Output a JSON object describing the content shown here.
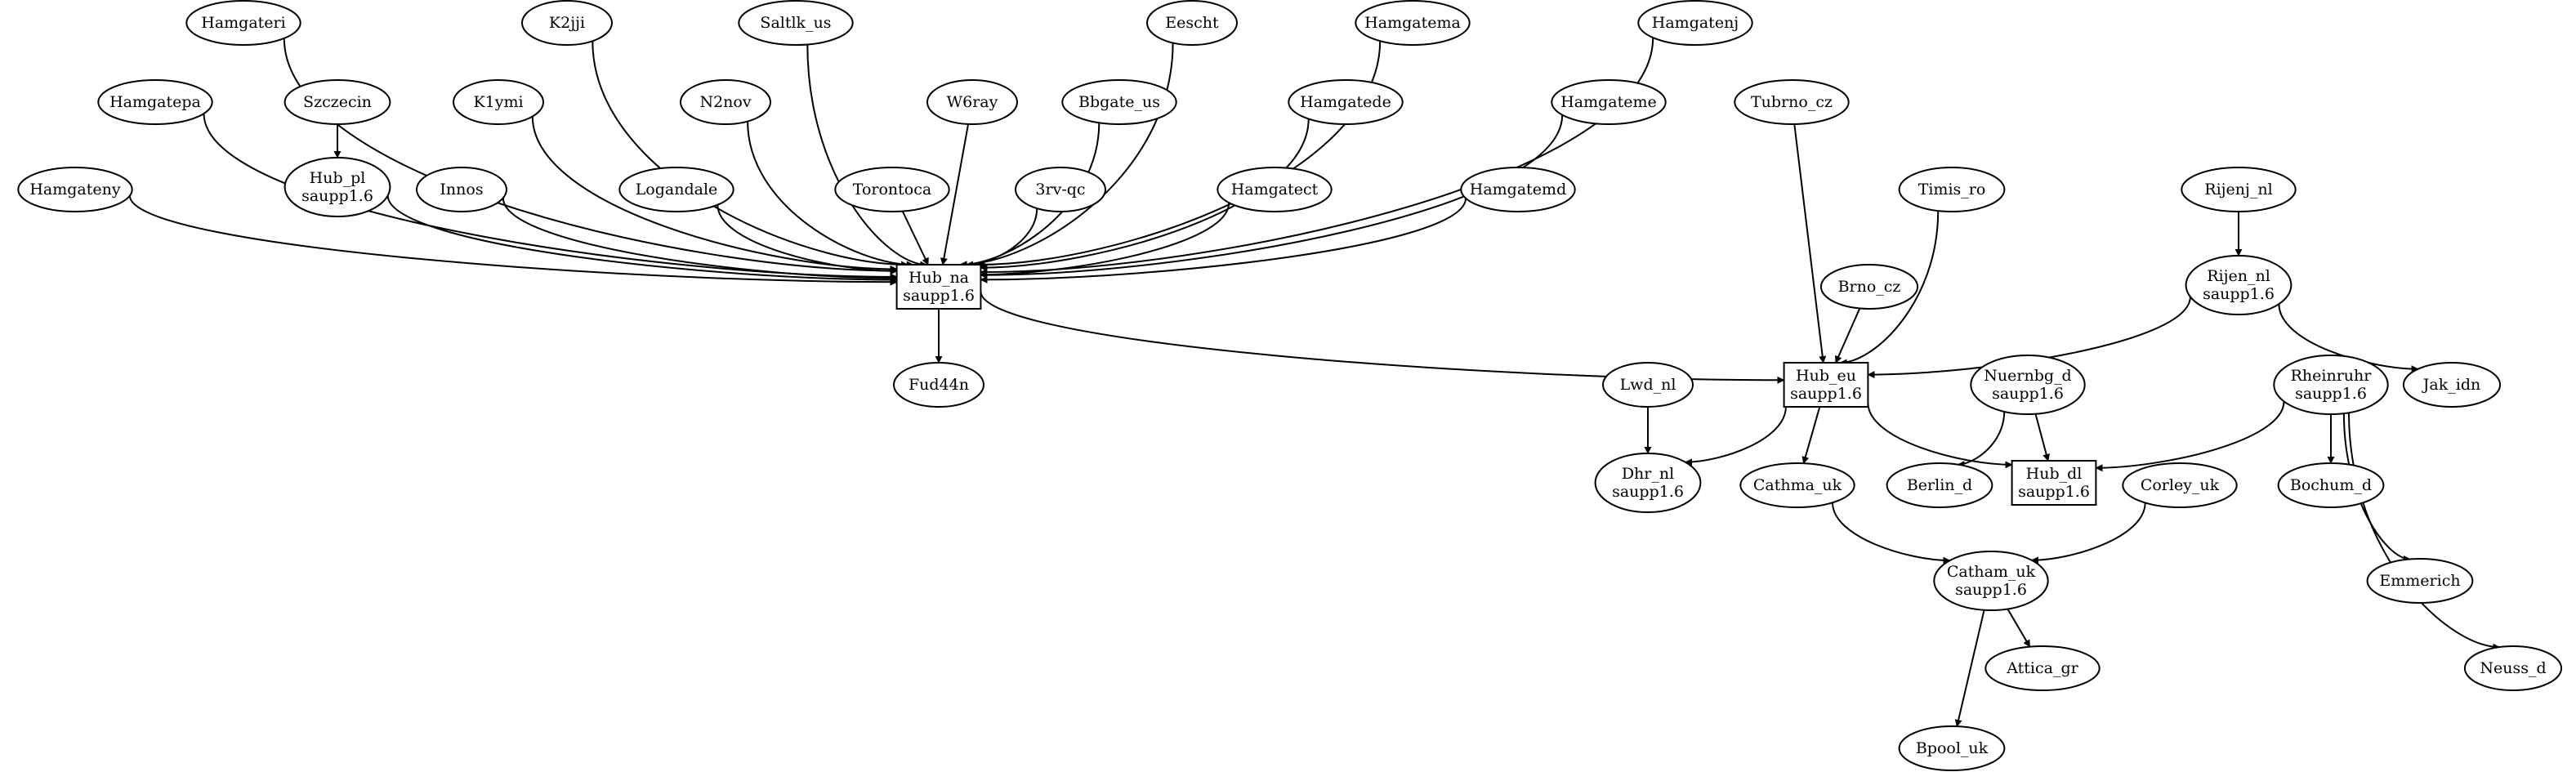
{
  "nodes": [
    {
      "id": "hamgateri",
      "lines": [
        "Hamgateri"
      ]
    },
    {
      "id": "k2jji",
      "lines": [
        "K2jji"
      ]
    },
    {
      "id": "saltlk_us",
      "lines": [
        "Saltlk_us"
      ]
    },
    {
      "id": "eescht",
      "lines": [
        "Eescht"
      ]
    },
    {
      "id": "hamgatema",
      "lines": [
        "Hamgatema"
      ]
    },
    {
      "id": "hamgatenj",
      "lines": [
        "Hamgatenj"
      ]
    },
    {
      "id": "hamgatepa",
      "lines": [
        "Hamgatepa"
      ]
    },
    {
      "id": "szczecin",
      "lines": [
        "Szczecin"
      ]
    },
    {
      "id": "k1ymi",
      "lines": [
        "K1ymi"
      ]
    },
    {
      "id": "n2nov",
      "lines": [
        "N2nov"
      ]
    },
    {
      "id": "w6ray",
      "lines": [
        "W6ray"
      ]
    },
    {
      "id": "bbgate_us",
      "lines": [
        "Bbgate_us"
      ]
    },
    {
      "id": "hamgatede",
      "lines": [
        "Hamgatede"
      ]
    },
    {
      "id": "hamgateme",
      "lines": [
        "Hamgateme"
      ]
    },
    {
      "id": "tubrno_cz",
      "lines": [
        "Tubrno_cz"
      ]
    },
    {
      "id": "hamgateny",
      "lines": [
        "Hamgateny"
      ]
    },
    {
      "id": "hub_pl",
      "lines": [
        "Hub_pl",
        "saupp1.6"
      ]
    },
    {
      "id": "innos",
      "lines": [
        "Innos"
      ]
    },
    {
      "id": "logandale",
      "lines": [
        "Logandale"
      ]
    },
    {
      "id": "torontoca",
      "lines": [
        "Torontoca"
      ]
    },
    {
      "id": "3rv_qc",
      "lines": [
        "3rv-qc"
      ]
    },
    {
      "id": "hamgatect",
      "lines": [
        "Hamgatect"
      ]
    },
    {
      "id": "hamgatemd",
      "lines": [
        "Hamgatemd"
      ]
    },
    {
      "id": "timis_ro",
      "lines": [
        "Timis_ro"
      ]
    },
    {
      "id": "rijenj_nl",
      "lines": [
        "Rijenj_nl"
      ]
    },
    {
      "id": "hub_na",
      "lines": [
        "Hub_na",
        "saupp1.6"
      ]
    },
    {
      "id": "brno_cz",
      "lines": [
        "Brno_cz"
      ]
    },
    {
      "id": "rijen_nl",
      "lines": [
        "Rijen_nl",
        "saupp1.6"
      ]
    },
    {
      "id": "fud44n",
      "lines": [
        "Fud44n"
      ]
    },
    {
      "id": "lwd_nl",
      "lines": [
        "Lwd_nl"
      ]
    },
    {
      "id": "hub_eu",
      "lines": [
        "Hub_eu",
        "saupp1.6"
      ]
    },
    {
      "id": "nuernbg_d",
      "lines": [
        "Nuernbg_d",
        "saupp1.6"
      ]
    },
    {
      "id": "rheinruhr",
      "lines": [
        "Rheinruhr",
        "saupp1.6"
      ]
    },
    {
      "id": "jak_idn",
      "lines": [
        "Jak_idn"
      ]
    },
    {
      "id": "dhr_nl",
      "lines": [
        "Dhr_nl",
        "saupp1.6"
      ]
    },
    {
      "id": "cathma_uk",
      "lines": [
        "Cathma_uk"
      ]
    },
    {
      "id": "berlin_d",
      "lines": [
        "Berlin_d"
      ]
    },
    {
      "id": "hub_dl",
      "lines": [
        "Hub_dl",
        "saupp1.6"
      ]
    },
    {
      "id": "corley_uk",
      "lines": [
        "Corley_uk"
      ]
    },
    {
      "id": "bochum_d",
      "lines": [
        "Bochum_d"
      ]
    },
    {
      "id": "catham_uk",
      "lines": [
        "Catham_uk",
        "saupp1.6"
      ]
    },
    {
      "id": "emmerich",
      "lines": [
        "Emmerich"
      ]
    },
    {
      "id": "attica_gr",
      "lines": [
        "Attica_gr"
      ]
    },
    {
      "id": "neuss_d",
      "lines": [
        "Neuss_d"
      ]
    },
    {
      "id": "bpool_uk",
      "lines": [
        "Bpool_uk"
      ]
    }
  ],
  "edges": [
    {
      "from": "hamgateny",
      "to": "hub_na"
    },
    {
      "from": "hamgatepa",
      "to": "hub_na"
    },
    {
      "from": "hamgateri",
      "to": "hub_na"
    },
    {
      "from": "szczecin",
      "to": "hub_pl"
    },
    {
      "from": "hub_pl",
      "to": "hub_na"
    },
    {
      "from": "innos",
      "to": "hub_na"
    },
    {
      "from": "k1ymi",
      "to": "hub_na"
    },
    {
      "from": "k2jji",
      "to": "hub_na"
    },
    {
      "from": "logandale",
      "to": "hub_na"
    },
    {
      "from": "n2nov",
      "to": "hub_na"
    },
    {
      "from": "saltlk_us",
      "to": "hub_na"
    },
    {
      "from": "torontoca",
      "to": "hub_na"
    },
    {
      "from": "w6ray",
      "to": "hub_na"
    },
    {
      "from": "3rv_qc",
      "to": "hub_na"
    },
    {
      "from": "bbgate_us",
      "to": "hub_na"
    },
    {
      "from": "eescht",
      "to": "hub_na"
    },
    {
      "from": "hamgatect",
      "to": "hub_na"
    },
    {
      "from": "hamgatede",
      "to": "hub_na"
    },
    {
      "from": "hamgatema",
      "to": "hub_na"
    },
    {
      "from": "hamgatemd",
      "to": "hub_na"
    },
    {
      "from": "hamgateme",
      "to": "hub_na"
    },
    {
      "from": "hamgatenj",
      "to": "hub_na"
    },
    {
      "from": "hub_na",
      "to": "fud44n"
    },
    {
      "from": "hub_na",
      "to": "hub_eu"
    },
    {
      "from": "tubrno_cz",
      "to": "hub_eu"
    },
    {
      "from": "brno_cz",
      "to": "hub_eu"
    },
    {
      "from": "timis_ro",
      "to": "hub_eu"
    },
    {
      "from": "rijenj_nl",
      "to": "rijen_nl"
    },
    {
      "from": "rijen_nl",
      "to": "hub_eu"
    },
    {
      "from": "rijen_nl",
      "to": "jak_idn"
    },
    {
      "from": "hub_eu",
      "to": "dhr_nl"
    },
    {
      "from": "hub_eu",
      "to": "cathma_uk"
    },
    {
      "from": "hub_eu",
      "to": "hub_dl"
    },
    {
      "from": "lwd_nl",
      "to": "dhr_nl"
    },
    {
      "from": "nuernbg_d",
      "to": "berlin_d"
    },
    {
      "from": "nuernbg_d",
      "to": "hub_dl"
    },
    {
      "from": "rheinruhr",
      "to": "hub_dl"
    },
    {
      "from": "rheinruhr",
      "to": "bochum_d"
    },
    {
      "from": "rheinruhr",
      "to": "emmerich"
    },
    {
      "from": "rheinruhr",
      "to": "neuss_d"
    },
    {
      "from": "cathma_uk",
      "to": "catham_uk"
    },
    {
      "from": "corley_uk",
      "to": "catham_uk"
    },
    {
      "from": "catham_uk",
      "to": "attica_gr"
    },
    {
      "from": "catham_uk",
      "to": "bpool_uk"
    }
  ]
}
